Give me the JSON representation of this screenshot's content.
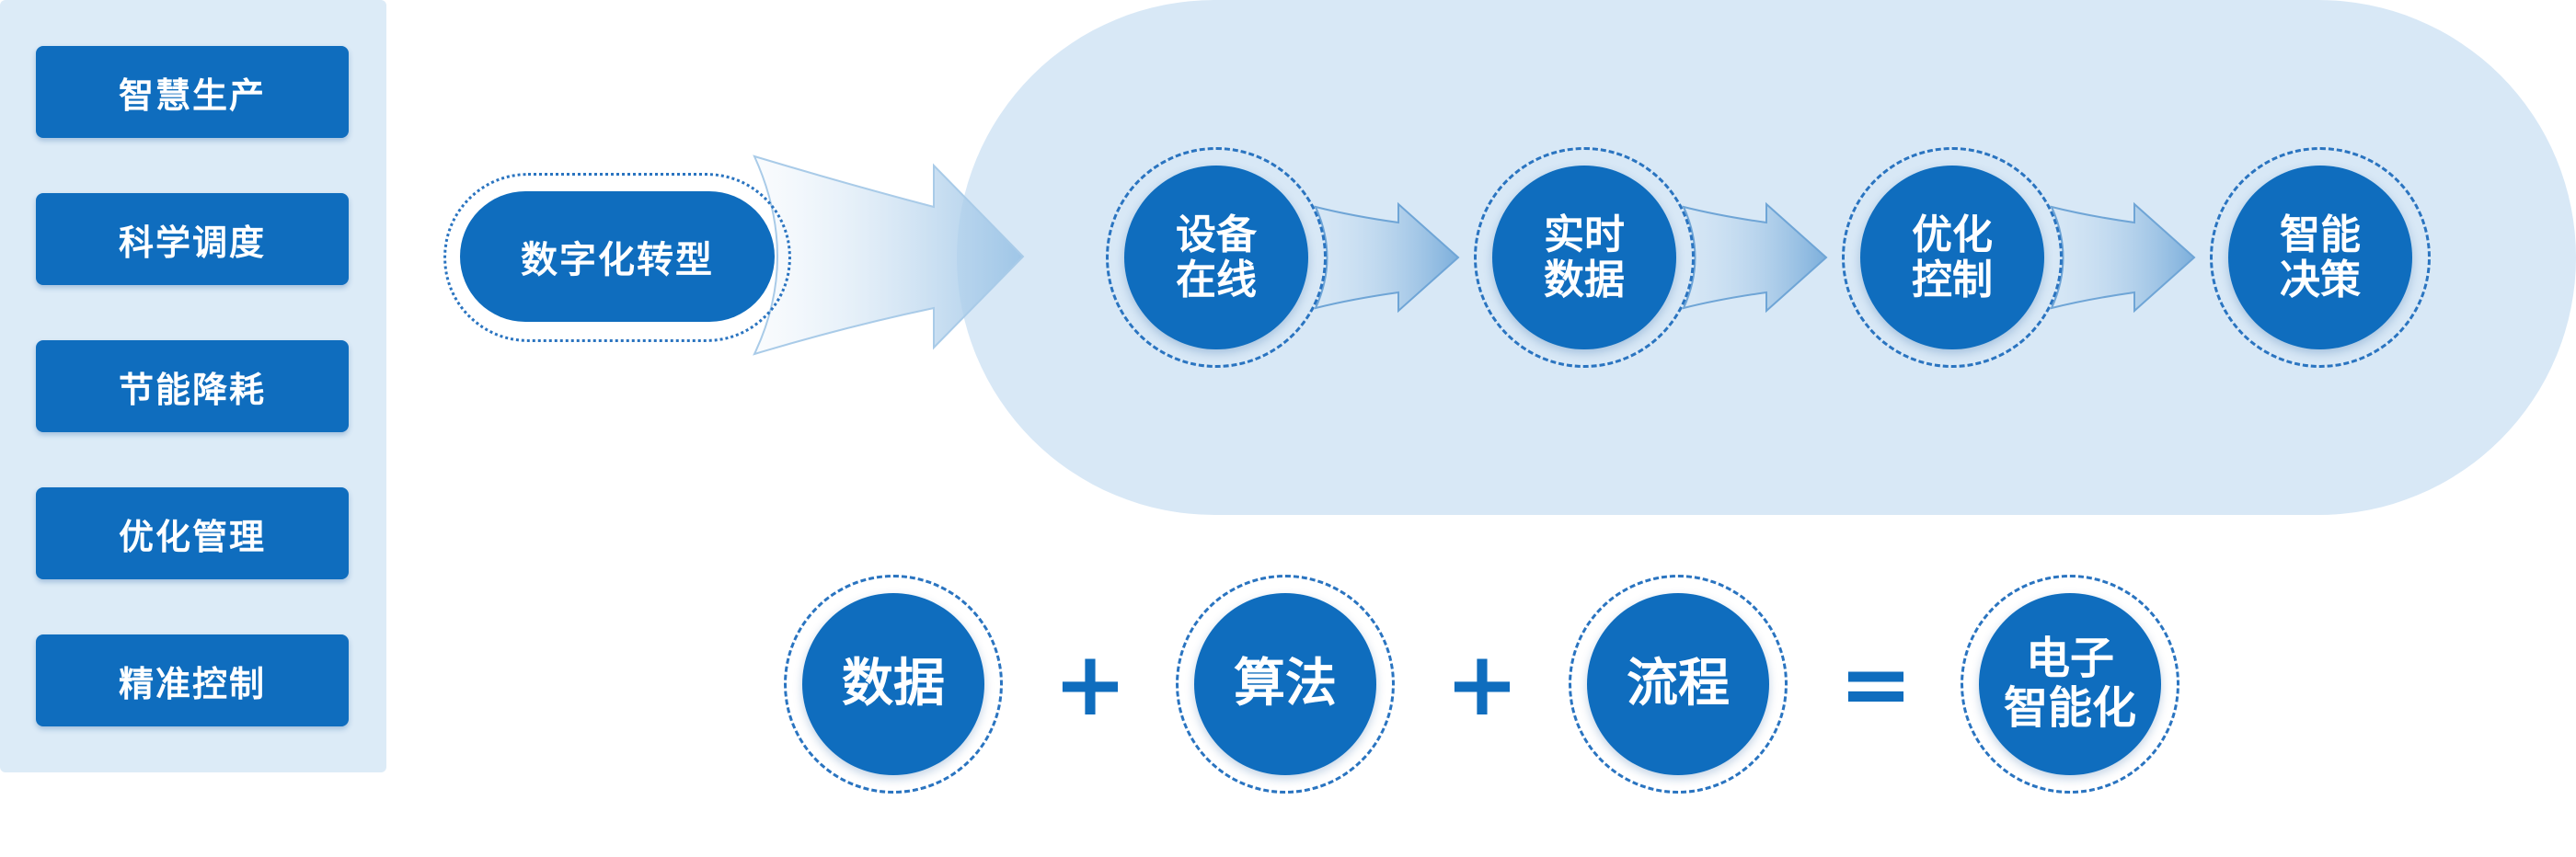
{
  "sidebar": {
    "items": [
      {
        "label": "智慧生产"
      },
      {
        "label": "科学调度"
      },
      {
        "label": "节能降耗"
      },
      {
        "label": "优化管理"
      },
      {
        "label": "精准控制"
      }
    ]
  },
  "transformation": {
    "label": "数字化转型"
  },
  "flow": {
    "steps": [
      {
        "line1": "设备",
        "line2": "在线"
      },
      {
        "line1": "实时",
        "line2": "数据"
      },
      {
        "line1": "优化",
        "line2": "控制"
      },
      {
        "line1": "智能",
        "line2": "决策"
      }
    ]
  },
  "formula": {
    "terms": [
      {
        "line1": "数据"
      },
      {
        "line1": "算法"
      },
      {
        "line1": "流程"
      },
      {
        "line1": "电子",
        "line2": "智能化"
      }
    ],
    "operators": [
      "+",
      "+",
      "="
    ]
  },
  "colors": {
    "primary": "#0f6dbe",
    "panel": "#dcebf7",
    "stadium": "#d8e8f6",
    "arrow": "#7fb3df"
  }
}
